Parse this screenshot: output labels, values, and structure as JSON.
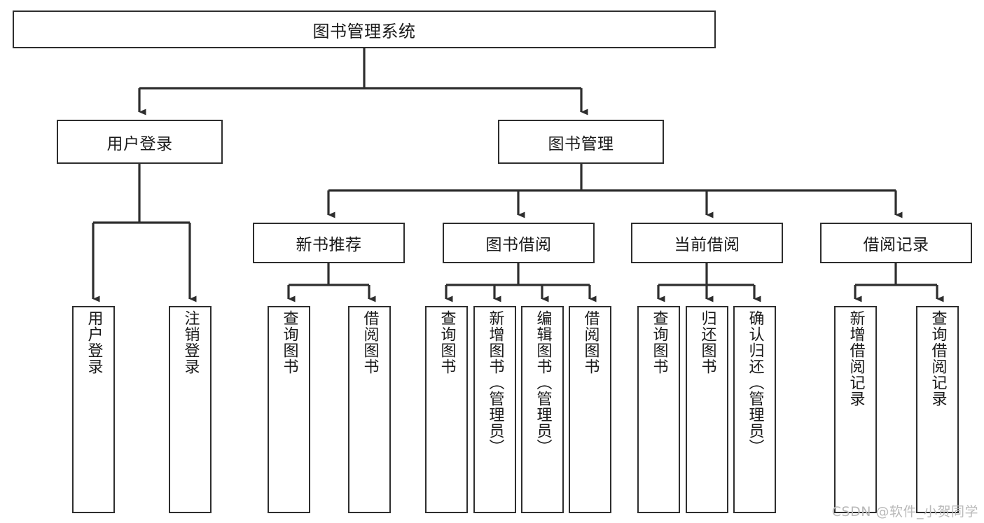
{
  "diagram": {
    "title": "图书管理系统",
    "type": "tree-hierarchy-chart",
    "root": {
      "label": "图书管理系统"
    },
    "level2": [
      {
        "label": "用户登录"
      },
      {
        "label": "图书管理"
      }
    ],
    "level3": [
      {
        "label": "新书推荐"
      },
      {
        "label": "图书借阅"
      },
      {
        "label": "当前借阅"
      },
      {
        "label": "借阅记录"
      }
    ],
    "leaves": {
      "user_login": [
        {
          "label": "用户登录"
        },
        {
          "label": "注销登录"
        }
      ],
      "new_book_recommend": [
        {
          "label": "查询图书"
        },
        {
          "label": "借阅图书"
        }
      ],
      "book_borrow": [
        {
          "label": "查询图书"
        },
        {
          "label": "新增图书（管理员）"
        },
        {
          "label": "编辑图书（管理员）"
        },
        {
          "label": "借阅图书"
        }
      ],
      "current_borrow": [
        {
          "label": "查询图书"
        },
        {
          "label": "归还图书"
        },
        {
          "label": "确认归还（管理员）"
        }
      ],
      "borrow_record": [
        {
          "label": "新增借阅记录"
        },
        {
          "label": "查询借阅记录"
        }
      ]
    }
  },
  "watermark": {
    "text": "CSDN @软件_小贺同学"
  },
  "colors": {
    "stroke": "#2e2e2e",
    "box_fill": "#ffffff",
    "text": "#1a1a1a",
    "watermark": "#b9b9b9"
  }
}
